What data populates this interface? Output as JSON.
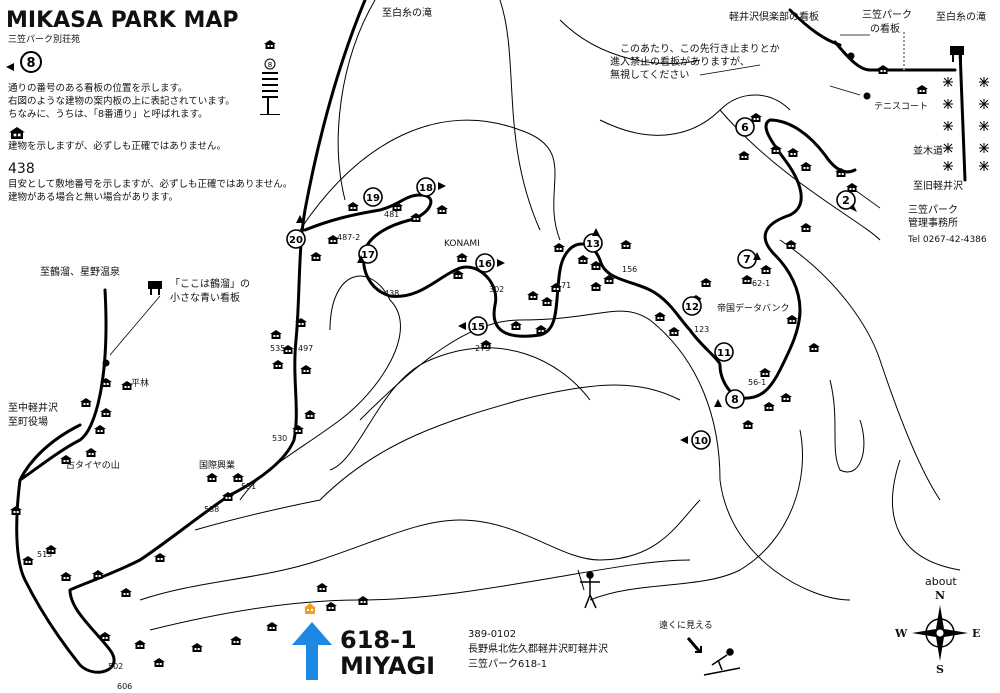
{
  "title": "MIKASA PARK MAP",
  "subtitle": "三笠パーク別荘苑",
  "legend": {
    "sign_badge": "8",
    "sign_lines": [
      "通りの番号のある看板の位置を示します。",
      "右図のような建物の案内板の上に表記されています。",
      "ちなみに、うちは、「8番通り」と呼ばれます。"
    ],
    "building_line": "建物を示しますが、必ずしも正確ではありません。",
    "lot_example": "438",
    "lot_lines": [
      "目安として敷地番号を示しますが、必ずしも正確ではありません。",
      "建物がある場合と無い場合があります。"
    ]
  },
  "places": {
    "shiraito_top": "至白糸の滝",
    "shiraito_right": "至白糸の滝",
    "karuizawa_club_sign": "軽井沢倶楽部の看板",
    "mikasa_park_sign_line1": "三笠パーク",
    "mikasa_park_sign_line2": "の看板",
    "notice_lines": [
      "このあたり、この先行き止まりとか",
      "進入禁止の看板がありますが、",
      "無視してください"
    ],
    "tennis_court": "テニスコート",
    "namikimichi": "並木道",
    "to_kyu_karuizawa": "至旧軽井沢",
    "office_line1": "三笠パーク",
    "office_line2": "管理事務所",
    "office_tel": "Tel 0267-42-4386",
    "tsurudamari": "至鶴溜、星野温泉",
    "tsurudamari_sign_line1": "「ここは鶴溜」の",
    "tsurudamari_sign_line2": "小さな青い看板",
    "hirabayashi": "平林",
    "naka_karuizawa_line1": "至中軽井沢",
    "naka_karuizawa_line2": "至町役場",
    "furutaiya": "古タイヤの山",
    "kokusai_kogyo": "国際興業",
    "konami": "KONAMI",
    "teikoku_databank": "帝国データバンク",
    "far_view": "遠くに見える"
  },
  "street_numbers": [
    "2",
    "6",
    "7",
    "8",
    "10",
    "11",
    "12",
    "13",
    "15",
    "16",
    "17",
    "18",
    "19",
    "20"
  ],
  "lot_numbers": {
    "l481": "481",
    "l4872": "487-2",
    "l438": "438",
    "l302": "302",
    "l273": "273",
    "l171": "171",
    "l156": "156",
    "l621": "62-1",
    "l123": "123",
    "l561": "56-1",
    "l535": "535",
    "l497": "497",
    "l530": "530",
    "l551": "551",
    "l538": "538",
    "l513": "513",
    "l502": "502",
    "l606": "606"
  },
  "destination": {
    "lot": "618-1",
    "name": "MIYAGI",
    "postal": "389-0102",
    "address_line1": "長野県北佐久郡軽井沢町軽井沢",
    "address_line2": "三笠パーク618-1"
  },
  "compass": {
    "about": "about",
    "n": "N",
    "s": "S",
    "e": "E",
    "w": "W"
  },
  "colors": {
    "road": "#000000",
    "arrow": "#1e88e5",
    "home": "#f0a020",
    "contour": "#000000"
  }
}
